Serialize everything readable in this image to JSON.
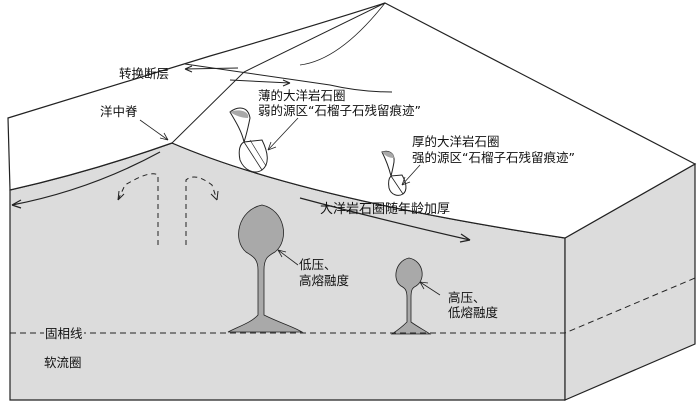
{
  "labels": {
    "transform_fault": "转换断层",
    "mid_ocean_ridge": "洋中脊",
    "thin_lithosphere_1": "薄的大洋岩石圈",
    "thin_lithosphere_2": "弱的源区“石榴子石残留痕迹”",
    "thick_lithosphere_1": "厚的大洋岩石圈",
    "thick_lithosphere_2": "强的源区“石榴子石残留痕迹”",
    "thickening": "大洋岩石圈随年龄加厚",
    "low_pressure_1": "低压、",
    "low_pressure_2": "高熔融度",
    "high_pressure_1": "高压、",
    "high_pressure_2": "低熔融度",
    "solidus": "固相线",
    "asthenosphere": "软流圈"
  },
  "colors": {
    "mantle": "#dcdcdc",
    "plume": "#a9a9a9",
    "line": "#222222",
    "surface": "#ffffff"
  }
}
